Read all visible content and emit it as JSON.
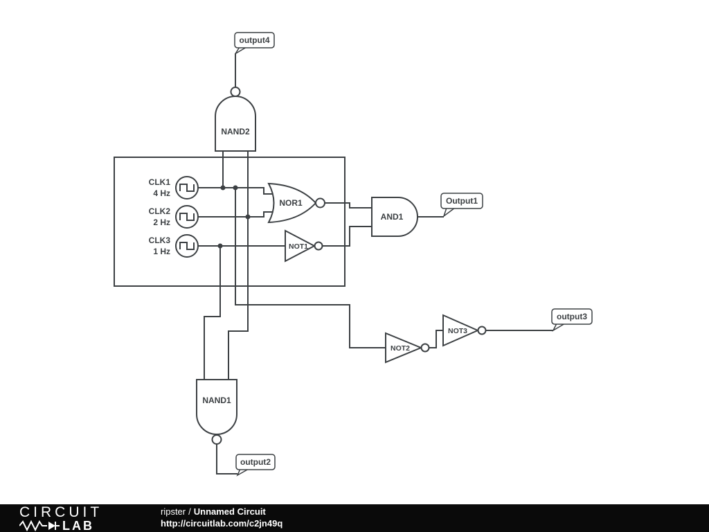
{
  "circuit": {
    "flags": {
      "output4": "output4",
      "output1": "Output1",
      "output2": "output2",
      "output3": "output3"
    },
    "gates": {
      "nand2": "NAND2",
      "nor1": "NOR1",
      "not1": "NOT1",
      "and1": "AND1",
      "nand1": "NAND1",
      "not2": "NOT2",
      "not3": "NOT3"
    },
    "clocks": [
      {
        "name": "CLK1",
        "freq": "4 Hz"
      },
      {
        "name": "CLK2",
        "freq": "2 Hz"
      },
      {
        "name": "CLK3",
        "freq": "1 Hz"
      }
    ]
  },
  "footer": {
    "logo_top": "CIRCUIT",
    "logo_bottom": "LAB",
    "author": "ripster",
    "separator": "/",
    "title": "Unnamed Circuit",
    "url": "http://circuitlab.com/c2jn49q"
  },
  "colors": {
    "wire": "#3c4043",
    "footer_bg": "#0a0a0a",
    "canvas_bg": "#ffffff"
  }
}
